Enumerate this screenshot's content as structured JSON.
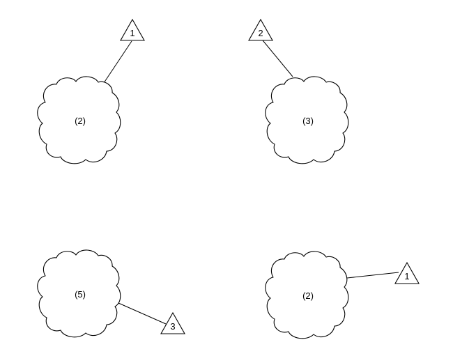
{
  "diagram": {
    "groups": [
      {
        "cloud_label": "(2)",
        "triangle_label": "1"
      },
      {
        "cloud_label": "(3)",
        "triangle_label": "2"
      },
      {
        "cloud_label": "(5)",
        "triangle_label": "3"
      },
      {
        "cloud_label": "(2)",
        "triangle_label": "1"
      }
    ]
  }
}
